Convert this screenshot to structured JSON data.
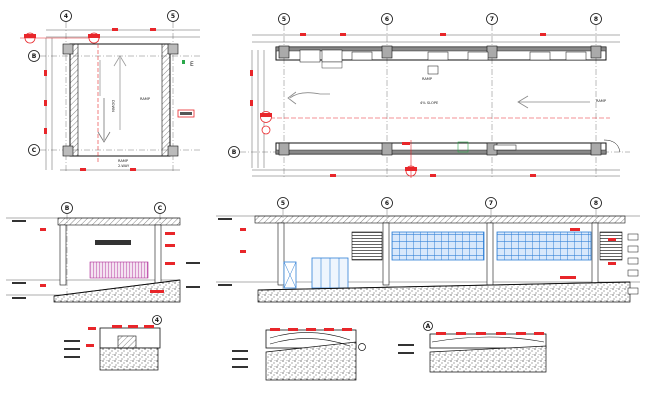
{
  "grid_labels": {
    "g4": "4",
    "g5a": "5",
    "g5b": "5",
    "g6a": "6",
    "g7a": "7",
    "g8a": "8",
    "gBa": "B",
    "gCa": "C",
    "gBb": "B",
    "g5c": "5",
    "g6b": "6",
    "g7b": "7",
    "g8b": "8",
    "gBc": "B",
    "gCb": "C",
    "gSec1": "4",
    "gSec2": "A"
  },
  "plan_left": {
    "ramp_label": "RAMP",
    "ramp_sub": "2-WAY",
    "down_label": "DOWN",
    "up_label": "RAMP",
    "e_label": "E"
  },
  "plan_right": {
    "ramp_label": "RAMP",
    "slope_label": "4% SLOPE",
    "ramp_side": "RAMP"
  },
  "colors": {
    "line": "#1a1a1a",
    "red": "#e8262a",
    "blue": "#2f7fd6",
    "magenta": "#b0309a",
    "green": "#2aa84a",
    "gray": "#8a8a8a"
  }
}
